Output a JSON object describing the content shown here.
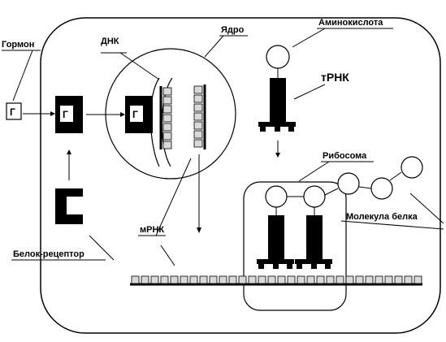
{
  "labels": {
    "hormone": "Гормон",
    "dna": "ДНК",
    "nucleus": "Ядро",
    "amino_acid": "Аминокислота",
    "trna": "тРНК",
    "ribosome": "Рибосома",
    "protein_molecule": "Молекула белка",
    "mrna": "мРНК",
    "receptor_protein": "Белок-рецептор"
  },
  "hormone_symbol": "Г",
  "colors": {
    "stroke": "#000000",
    "fill_dark": "#000000",
    "fill_light": "#ffffff",
    "square_fill": "#d9d9d9"
  }
}
